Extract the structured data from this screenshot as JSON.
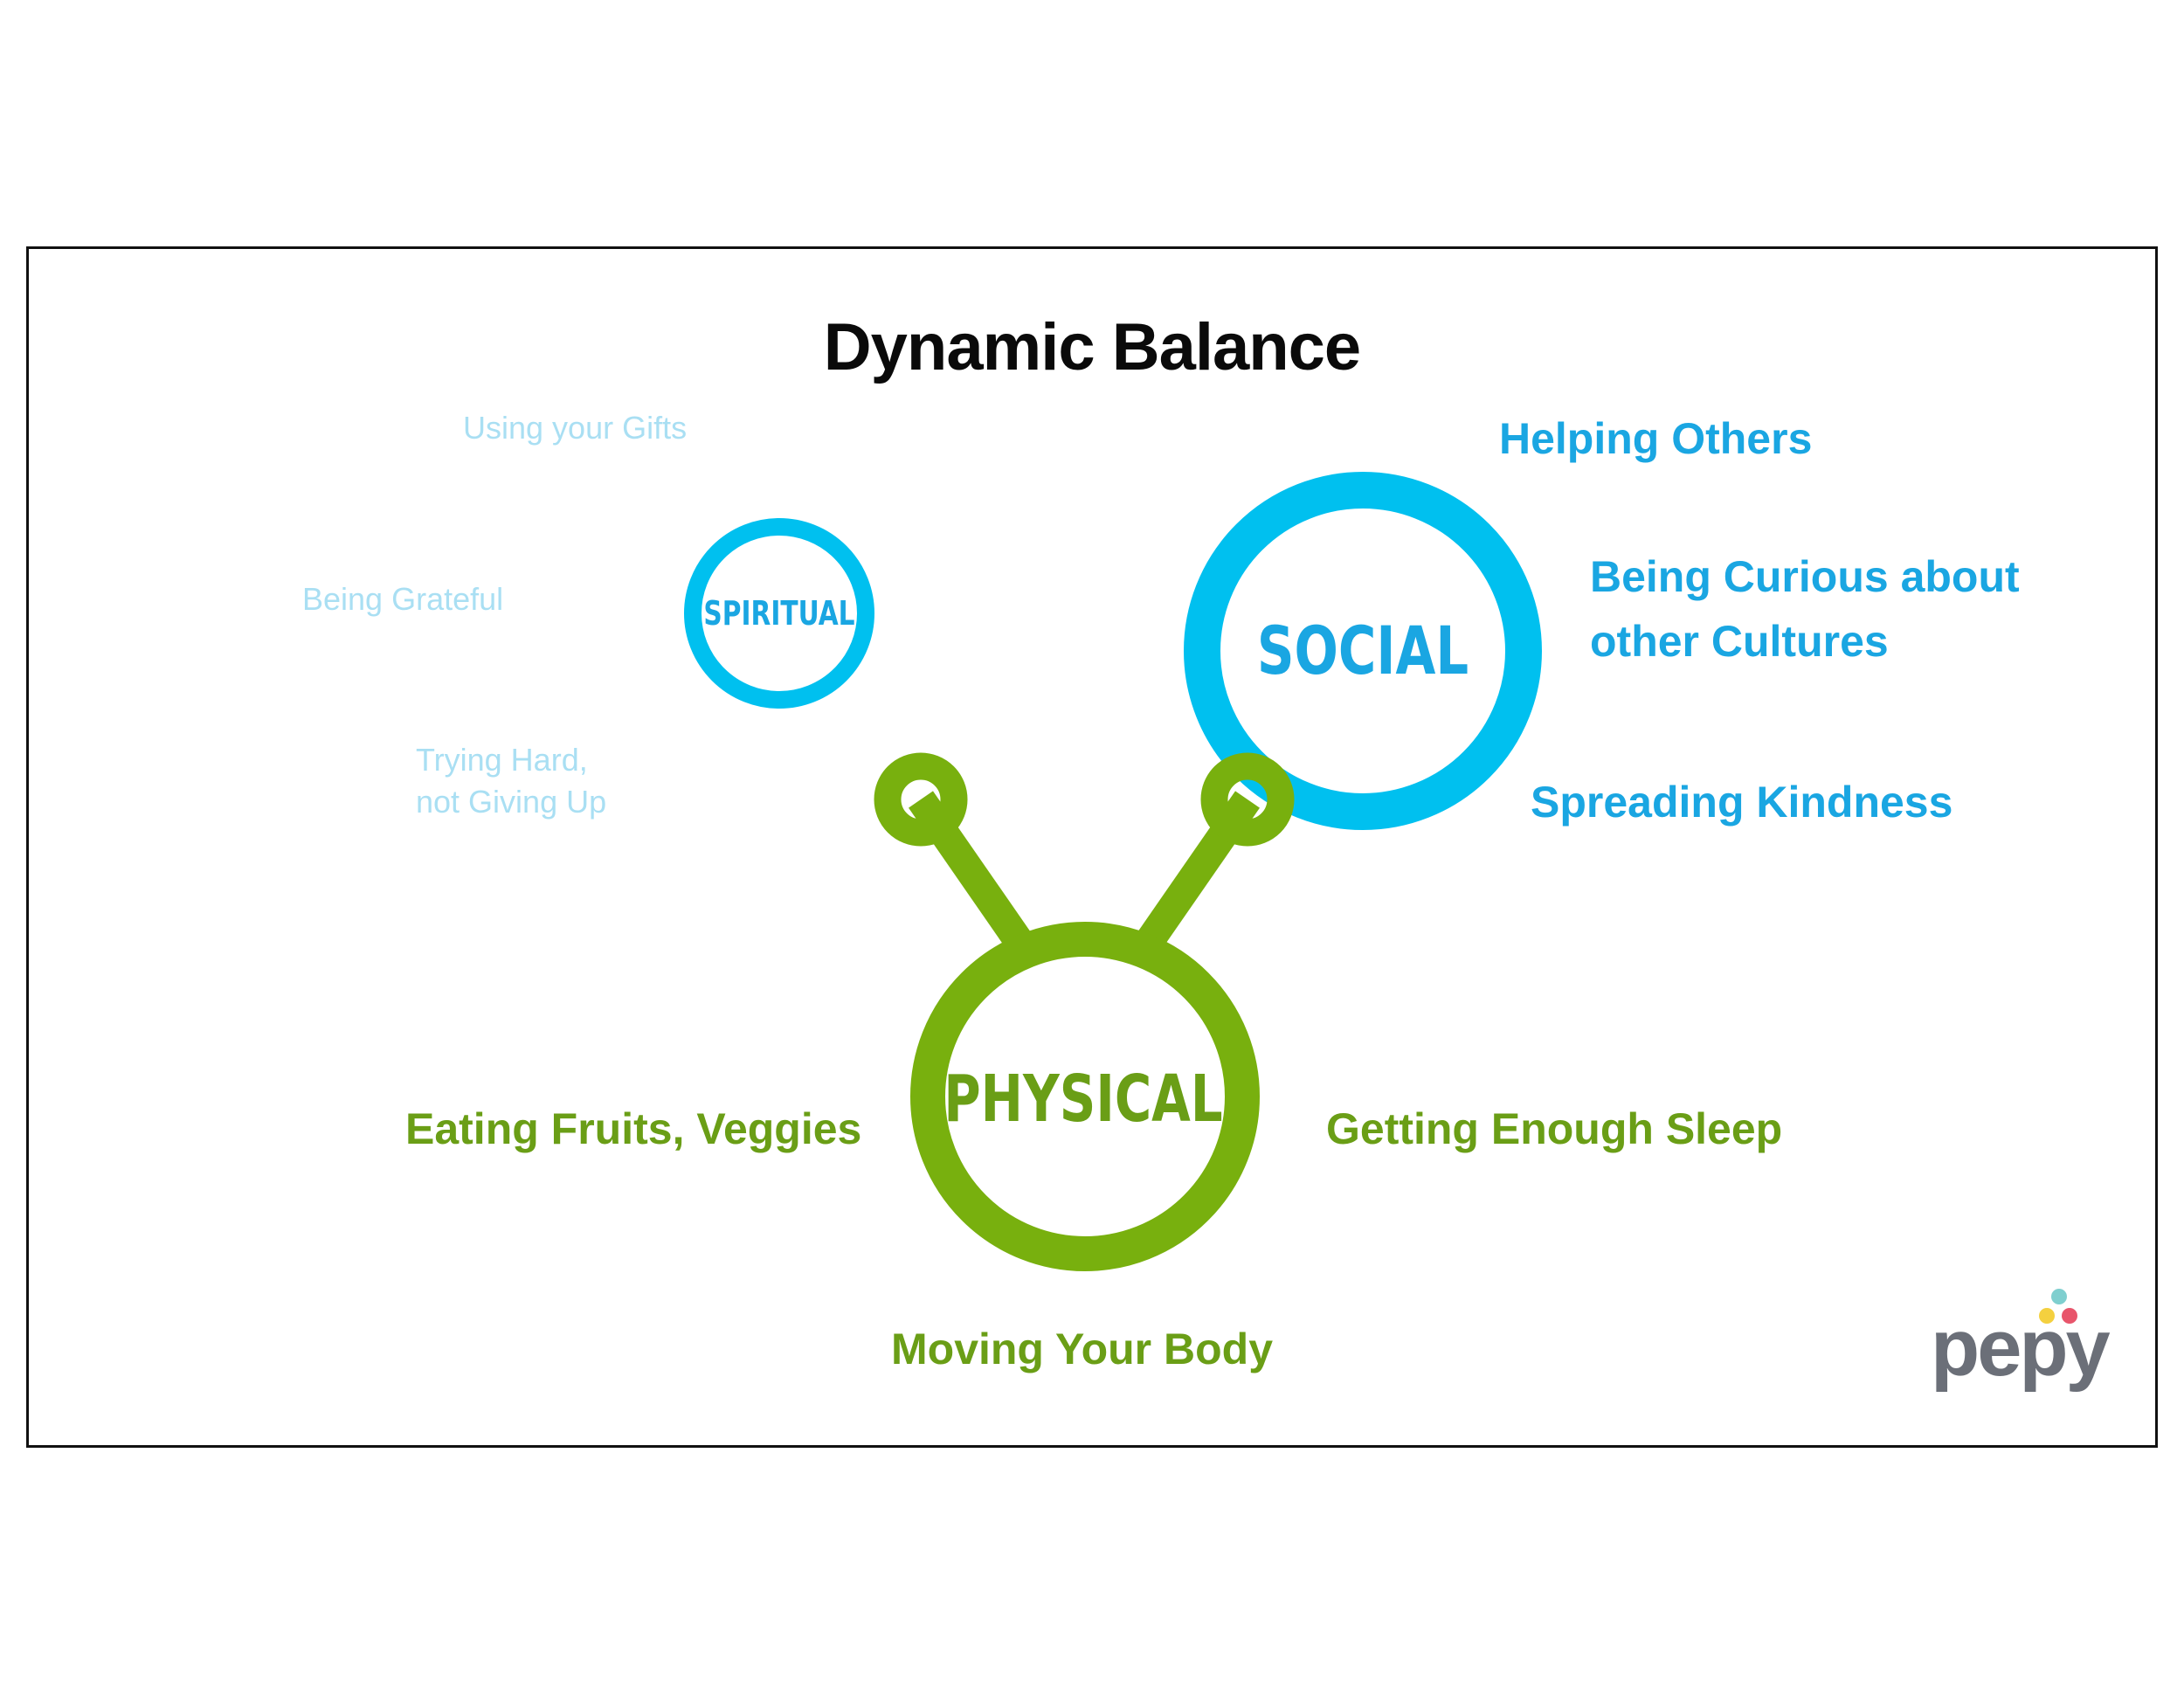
{
  "title": "Dynamic Balance",
  "colors": {
    "social_blue": "#1aa6e2",
    "ring_blue": "#00c0ef",
    "physical_green": "#78b00e",
    "text_green": "#6a9e16",
    "faint_blue": "#a9dff3",
    "logo_gray": "#6b6f78"
  },
  "spiritual": {
    "label": "SPIRITUAL",
    "items": [
      "Using your Gifts",
      "Being Grateful",
      "Trying Hard,",
      "not Giving Up"
    ]
  },
  "social": {
    "label": "SOCIAL",
    "items": [
      "Helping Others",
      "Being Curious about",
      "other Cultures",
      "Spreading Kindness"
    ]
  },
  "physical": {
    "label": "PHYSICAL",
    "items": [
      "Eating Fruits, Veggies",
      "Getting Enough Sleep",
      "Moving Your Body"
    ]
  },
  "logo": {
    "text": "pepy",
    "dot_colors": [
      "#7fcfcf",
      "#f4d03f",
      "#e8556b"
    ]
  }
}
